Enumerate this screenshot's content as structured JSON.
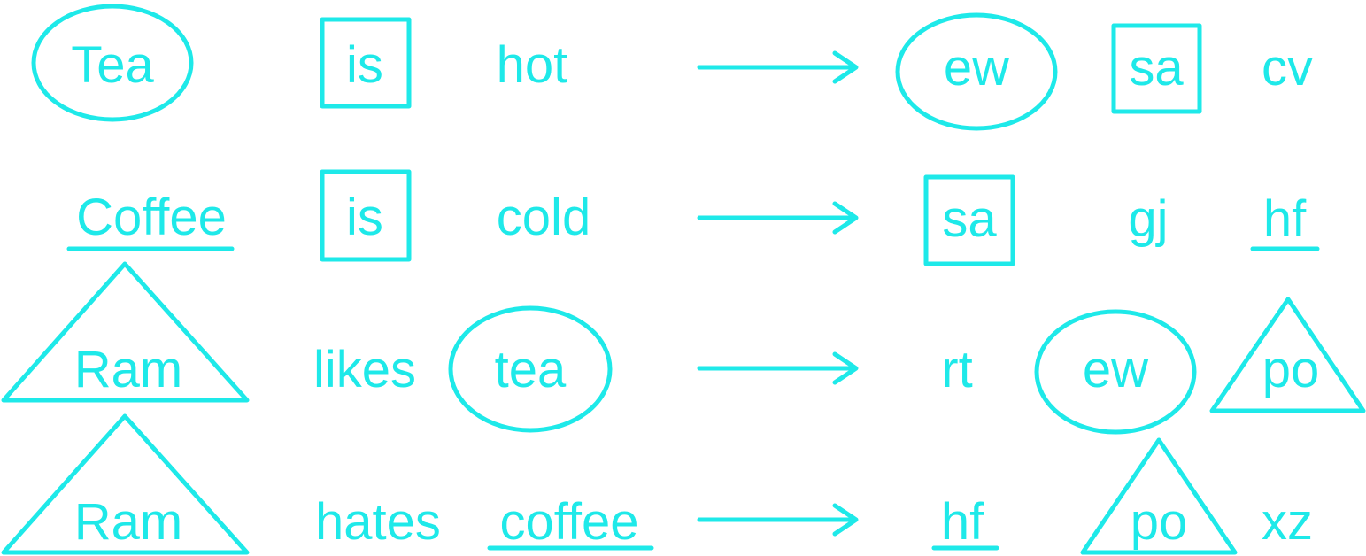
{
  "colors": {
    "ink": "#1ee9e9",
    "background": "#ffffff"
  },
  "rows": [
    {
      "source": [
        {
          "text": "Tea",
          "mark": "ellipse"
        },
        {
          "text": "is",
          "mark": "box"
        },
        {
          "text": "hot",
          "mark": "none"
        }
      ],
      "target": [
        {
          "text": "ew",
          "mark": "ellipse"
        },
        {
          "text": "sa",
          "mark": "box"
        },
        {
          "text": "cv",
          "mark": "none"
        }
      ]
    },
    {
      "source": [
        {
          "text": "Coffee",
          "mark": "underline"
        },
        {
          "text": "is",
          "mark": "box"
        },
        {
          "text": "cold",
          "mark": "none"
        }
      ],
      "target": [
        {
          "text": "sa",
          "mark": "box"
        },
        {
          "text": "gj",
          "mark": "none"
        },
        {
          "text": "hf",
          "mark": "underline"
        }
      ]
    },
    {
      "source": [
        {
          "text": "Ram",
          "mark": "triangle"
        },
        {
          "text": "likes",
          "mark": "none"
        },
        {
          "text": "tea",
          "mark": "ellipse"
        }
      ],
      "target": [
        {
          "text": "rt",
          "mark": "none"
        },
        {
          "text": "ew",
          "mark": "ellipse"
        },
        {
          "text": "po",
          "mark": "triangle"
        }
      ]
    },
    {
      "source": [
        {
          "text": "Ram",
          "mark": "triangle"
        },
        {
          "text": "hates",
          "mark": "none"
        },
        {
          "text": "coffee",
          "mark": "underline"
        }
      ],
      "target": [
        {
          "text": "hf",
          "mark": "underline"
        },
        {
          "text": "po",
          "mark": "triangle"
        },
        {
          "text": "xz",
          "mark": "none"
        }
      ]
    }
  ]
}
